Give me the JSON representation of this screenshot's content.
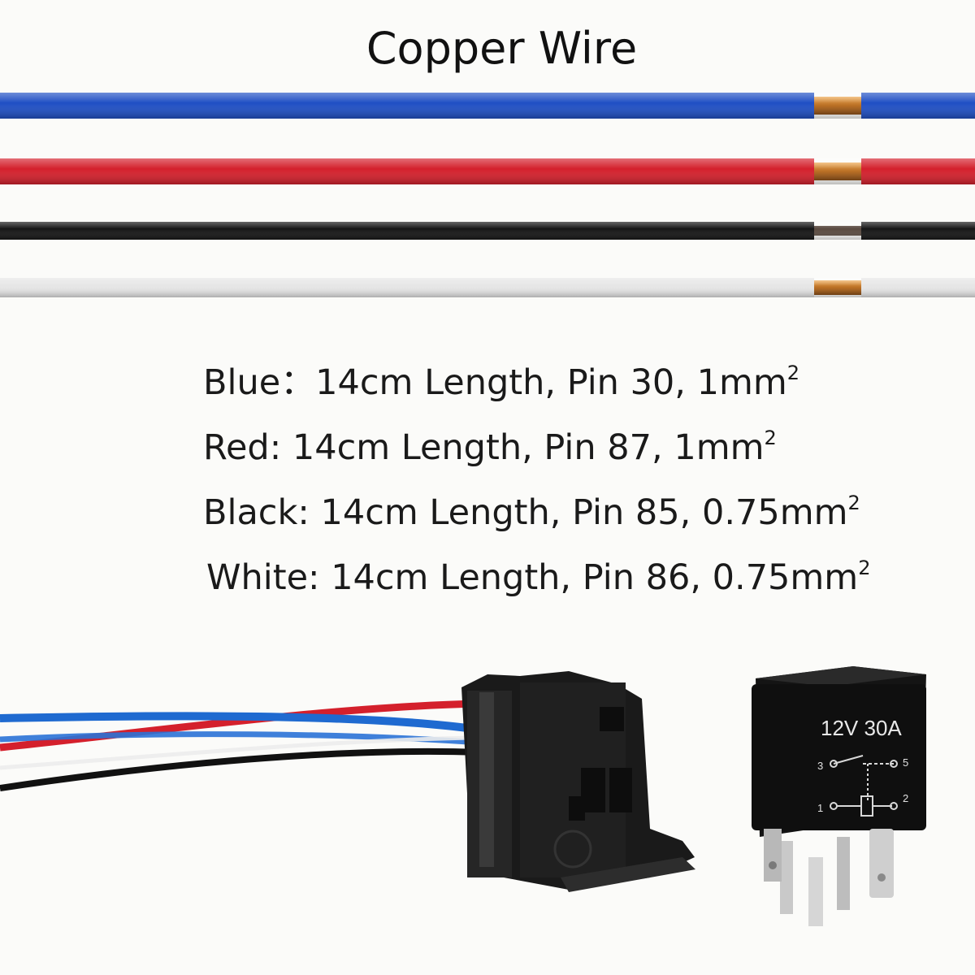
{
  "title": "Copper Wire",
  "wires": [
    {
      "name": "blue",
      "insulation_color": "#1f4fc4"
    },
    {
      "name": "red",
      "insulation_color": "#d4202c"
    },
    {
      "name": "black",
      "insulation_color": "#161616"
    },
    {
      "name": "white",
      "insulation_color": "#e6e6e6"
    }
  ],
  "specs": [
    {
      "color": "Blue",
      "sep": "：",
      "text": "14cm Length, Pin 30, 1mm",
      "sup": "2"
    },
    {
      "color": "Red",
      "sep": ": ",
      "text": "14cm Length, Pin 87, 1mm",
      "sup": "2"
    },
    {
      "color": "Black",
      "sep": ": ",
      "text": "14cm Length, Pin 85, 0.75mm",
      "sup": "2"
    },
    {
      "color": "White",
      "sep": ": ",
      "text": "14cm Length, Pin 86, 0.75mm",
      "sup": "2"
    }
  ],
  "relay": {
    "rating": "12V  30A",
    "pins": {
      "p3": "3",
      "p5": "5",
      "p1": "1",
      "p2": "2"
    }
  }
}
